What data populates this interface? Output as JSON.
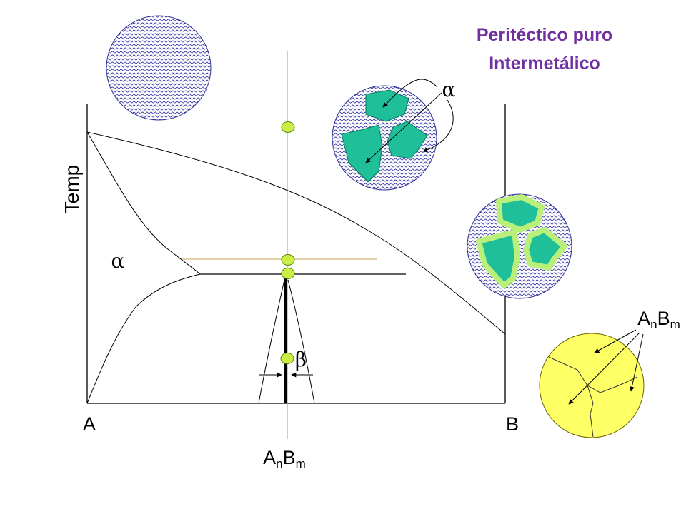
{
  "title": {
    "line1": "Peritéctico puro",
    "line2": "Intermetálico",
    "color": "#7030a0"
  },
  "axes": {
    "ylabel": "Temp",
    "left_label": "A",
    "right_label": "B",
    "composition_base": "A",
    "composition_sub1": "n",
    "composition_base2": "B",
    "composition_sub2": "m"
  },
  "phases": {
    "alpha": "α",
    "beta": "β"
  },
  "micro_labels": {
    "alpha": "α",
    "compound_base": "A",
    "compound_sub1": "n",
    "compound_base2": "B",
    "compound_sub2": "m"
  },
  "colors": {
    "liquid_pattern": "#3a3aa8",
    "alpha_grain": "#1fbf9a",
    "alpha_rim": "#b8f07a",
    "compound_fill": "#ffff66",
    "marker_fill": "#ccee44",
    "composition_line": "#c8a050"
  }
}
